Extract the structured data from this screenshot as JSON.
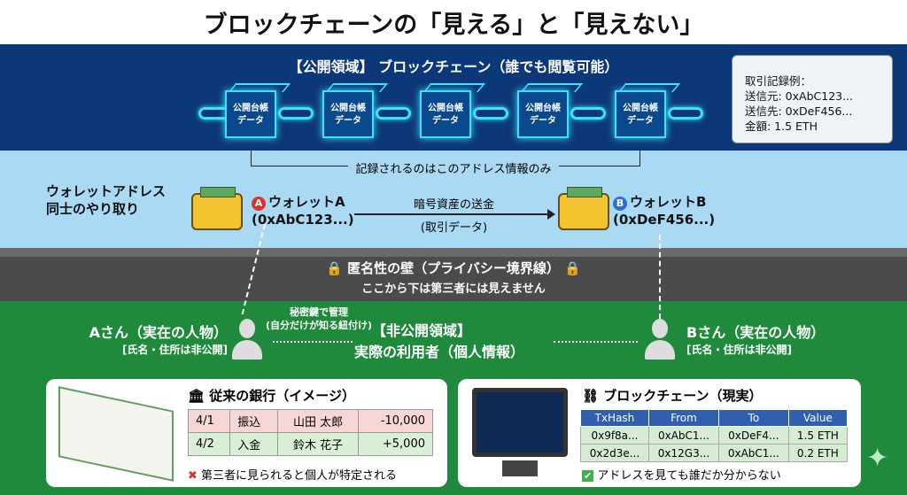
{
  "title": "ブロックチェーンの「見える」と「見えない」",
  "public": {
    "heading": "【公開領域】 ブロックチェーン（誰でも閲覧可能）",
    "blocks": [
      {
        "line1": "公開台帳",
        "line2": "データ"
      },
      {
        "line1": "公開台帳",
        "line2": "データ"
      },
      {
        "line1": "公開台帳",
        "line2": "データ"
      },
      {
        "line1": "公開台帳",
        "line2": "データ"
      },
      {
        "line1": "公開台帳",
        "line2": "データ"
      }
    ],
    "note": {
      "title": "取引記録例：",
      "from": "送信元: 0xAbC123...",
      "to": "送信先: 0xDeF456...",
      "amount": "金額: 1.5 ETH"
    },
    "bracket_label": "記録されるのはこのアドレス情報のみ"
  },
  "wallets": {
    "label_line1": "ウォレットアドレス",
    "label_line2": "同士のやり取り",
    "a": {
      "badge": "A",
      "name": "ウォレットA",
      "address": "(0xAbC123...)"
    },
    "b": {
      "badge": "B",
      "name": "ウォレットB",
      "address": "(0xDeF456...)"
    },
    "transfer_label": "暗号資産の送金",
    "transfer_sub": "(取引データ)"
  },
  "wall": {
    "title": "匿名性の壁（プライバシー境界線）",
    "subtitle": "ここから下は第三者には見えません"
  },
  "private": {
    "key_line1": "秘密鍵で管理",
    "key_line2": "(自分だけが知る紐付け)",
    "heading": "【非公開領域】",
    "subheading": "実際の利用者（個人情報）",
    "person_a": {
      "name": "Aさん（実在の人物）",
      "note": "[氏名・住所は非公開]"
    },
    "person_b": {
      "name": "Bさん（実在の人物）",
      "note": "[氏名・住所は非公開]"
    }
  },
  "bank": {
    "title": "従来の銀行（イメージ）",
    "rows": [
      [
        "4/1",
        "振込",
        "山田 太郎",
        "-10,000"
      ],
      [
        "4/2",
        "入金",
        "鈴木 花子",
        "+5,000"
      ]
    ],
    "warning": "第三者に見られると個人が特定される"
  },
  "blockchain": {
    "title": "ブロックチェーン（現実）",
    "headers": [
      "TxHash",
      "From",
      "To",
      "Value"
    ],
    "rows": [
      [
        "0x9f8a...",
        "0xAbC1...",
        "0xDeF4...",
        "1.5 ETH"
      ],
      [
        "0x2d3e...",
        "0x12G3...",
        "0xAbC1...",
        "0.2 ETH"
      ]
    ],
    "ok": "アドレスを見ても誰だか分からない"
  },
  "colors": {
    "public_bg": "#0c3778",
    "glow": "#3ee0ff",
    "wallet_bg": "#a9d9f3",
    "wall": "#4b4b4d",
    "private_bg": "#1f8a3c"
  }
}
